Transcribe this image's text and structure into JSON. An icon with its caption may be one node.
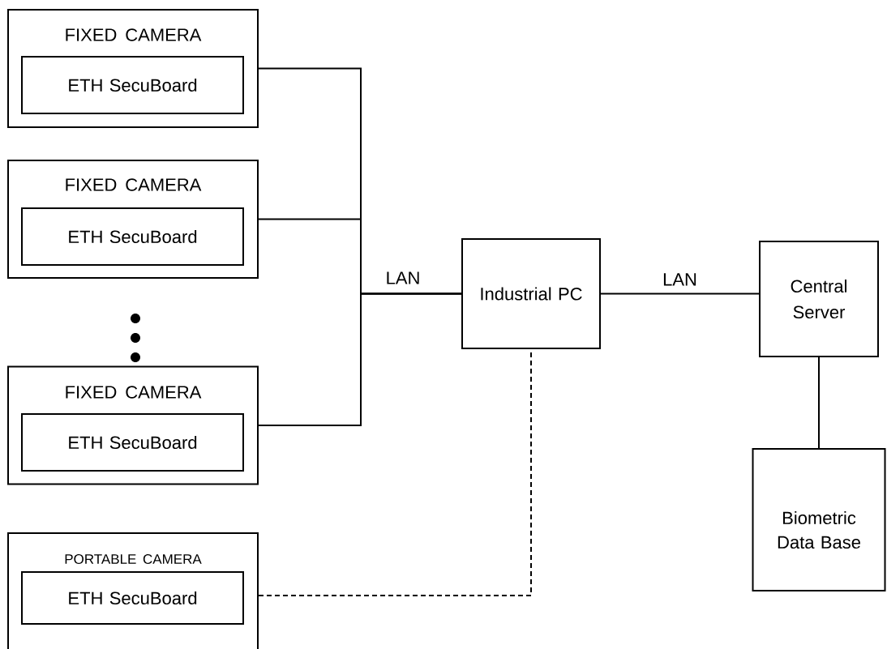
{
  "diagram": {
    "nodes": [
      {
        "text": [
          "FIXED CAMERA"
        ]
      },
      {
        "text": [
          "ETH SecuBoard"
        ],
        "in": 0
      },
      {
        "text": [
          "FIXED CAMERA"
        ]
      },
      {
        "text": [
          "ETH SecuBoard"
        ],
        "in": 2
      },
      {
        "text": [
          "FIXED CAMERA"
        ]
      },
      {
        "text": [
          "ETH SecuBoard"
        ],
        "in": 4
      },
      {
        "text": [
          "PORTABLE CAMERA"
        ]
      },
      {
        "text": [
          "ETH SecuBoard"
        ],
        "in": 6
      },
      {
        "text": [
          "Industrial PC"
        ]
      },
      {
        "text": [
          "Central Server"
        ]
      },
      {
        "text": [
          "Biometric Data Base"
        ]
      }
    ],
    "edges": [
      {
        "from": 0,
        "to": 8,
        "arrow": "none"
      },
      {
        "from": 2,
        "to": 8,
        "arrow": "none"
      },
      {
        "from": 4,
        "to": 8,
        "arrow": "none"
      },
      {
        "from": 6,
        "to": 8,
        "arrow": "none",
        "style": "dashed"
      },
      {
        "from": 8,
        "to": 9,
        "arrow": "none",
        "label": "LAN"
      },
      {
        "from": 9,
        "to": 10,
        "arrow": "none"
      }
    ],
    "labels": [
      "LAN"
    ]
  }
}
